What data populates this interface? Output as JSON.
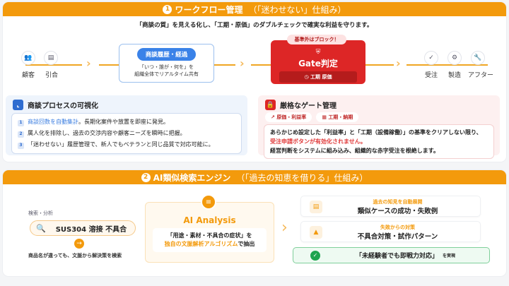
{
  "section1": {
    "number": "1",
    "title": "ワークフロー管理",
    "subtitle": "（「迷わせない」仕組み）",
    "tagline": "「商談の質」を見える化し、「工期・原価」のダブルチェックで確実な利益を守ります。",
    "flow": {
      "steps_left": [
        {
          "label": "顧客",
          "icon": "people-icon"
        },
        {
          "label": "引合",
          "icon": "document-icon"
        }
      ],
      "history": {
        "pill": "商談履歴・経過",
        "line1": "「いつ・誰が・何を」を",
        "line2": "組織全体でリアルタイム共有"
      },
      "gate": {
        "tag": "基準外はブロック！",
        "title": "Gate判定",
        "sub": "工期  原価"
      },
      "steps_right": [
        {
          "label": "受注",
          "icon": "check-circle-icon"
        },
        {
          "label": "製造",
          "icon": "gear-icon"
        },
        {
          "label": "アフター",
          "icon": "wrench-icon"
        }
      ]
    },
    "panel_left": {
      "title": "商談プロセスの可視化",
      "items": [
        {
          "n": "1",
          "highlight": "商談回数を自動集計",
          "text": "。長期化案件や放置を即座に発見。"
        },
        {
          "n": "2",
          "highlight": "",
          "text": "属人化を排除し、過去の交渉内容や顧客ニーズを瞬時に把握。"
        },
        {
          "n": "3",
          "highlight": "",
          "text": "「迷わせない」履歴管理で、新人でもベテランと同じ品質で対応可能に。"
        }
      ]
    },
    "panel_right": {
      "title": "厳格なゲート管理",
      "chips": [
        "原価・利益率",
        "工期・納期"
      ],
      "line1": "あらかじめ設定した「利益率」と「工期（設備稼働）」の基準をクリアしない限り、",
      "line2": "受注申請ボタンが有効化されません。",
      "line3": "経営判断をシステムに組み込み、組織的な赤字受注を根絶します。"
    }
  },
  "section2": {
    "number": "2",
    "title": "AI類似検索エンジン",
    "subtitle": "（「過去の知恵を借りる」仕組み）",
    "search": {
      "label": "検索・分析",
      "value": "SUS304 溶接 不具合",
      "note": "商品名が違っても、文脈から解決策を検索"
    },
    "ai": {
      "title": "AI Analysis",
      "line1": "「用途・素材・不具合の症状」を",
      "line2_highlight": "独自の文脈解析アルゴリズム",
      "line2_rest": "で抽出"
    },
    "cards": [
      {
        "small": "過去の知見を自動展開",
        "big": "類似ケースの成功・失敗例",
        "icon": "document-icon"
      },
      {
        "small": "失敗からの対策",
        "big": "不具合対策・試作パターン",
        "icon": "warning-icon"
      }
    ],
    "result": {
      "text": "「未経験者でも即戦力対応」",
      "suffix": "を実現"
    }
  },
  "colors": {
    "accent": "#f39a0c",
    "gate": "#dd2626",
    "blue": "#3a82e8",
    "green": "#1ea44f"
  }
}
